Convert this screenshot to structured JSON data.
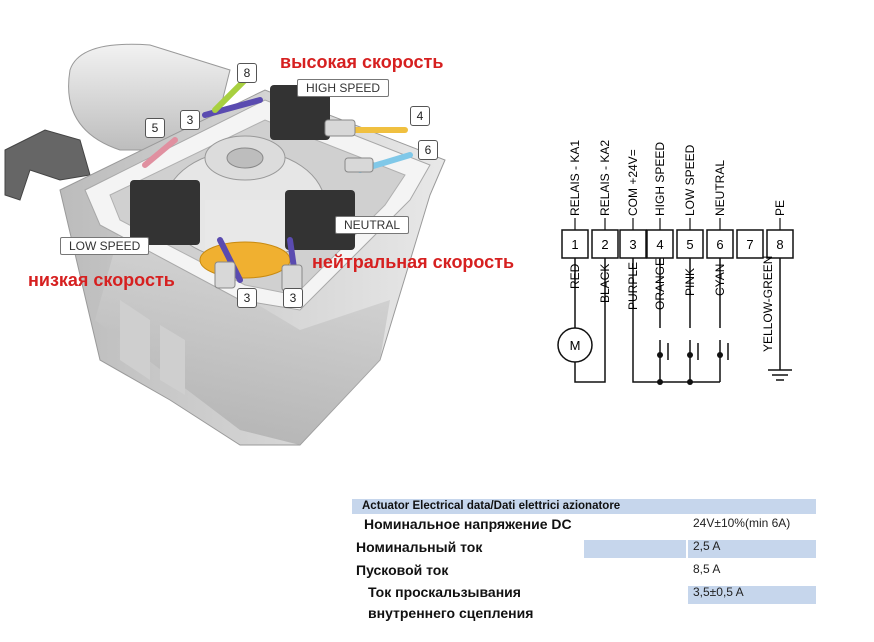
{
  "callouts": {
    "high_speed_ru": "высокая скорость",
    "low_speed_ru": "низкая скорость",
    "neutral_ru": "нейтральная скорость"
  },
  "photo_tags": {
    "high_speed": "HIGH SPEED",
    "low_speed": "LOW SPEED",
    "neutral": "NEUTRAL"
  },
  "photo_numbers": [
    "8",
    "3",
    "5",
    "4",
    "6",
    "3",
    "3"
  ],
  "schematic": {
    "terminals": [
      {
        "num": "1",
        "top_label": "RELAIS - KA1",
        "wire": "RED"
      },
      {
        "num": "2",
        "top_label": "RELAIS - KA2",
        "wire": "BLACK"
      },
      {
        "num": "3",
        "top_label": "COM +24V=",
        "wire": "PURPLE"
      },
      {
        "num": "4",
        "top_label": "HIGH SPEED",
        "wire": "ORANGE"
      },
      {
        "num": "5",
        "top_label": "LOW SPEED",
        "wire": "PINK"
      },
      {
        "num": "6",
        "top_label": "NEUTRAL",
        "wire": "CYAN"
      },
      {
        "num": "7",
        "top_label": "",
        "wire": ""
      },
      {
        "num": "8",
        "top_label": "PE",
        "wire": "YELLOW-GREEN"
      }
    ],
    "motor_label": "M"
  },
  "table": {
    "title": "Actuator Electrical data/Dati elettrici azionatore",
    "rows": [
      {
        "label": "Номинальное напряжение DC",
        "value": "24V±10%(min 6A)"
      },
      {
        "label": "Номинальный ток",
        "value": "2,5 A"
      },
      {
        "label": "Пусковой ток",
        "value": "8,5 A"
      },
      {
        "label": "Ток проскальзывания",
        "label2": "внутреннего сцепления",
        "value": "3,5±0,5 A"
      }
    ]
  }
}
